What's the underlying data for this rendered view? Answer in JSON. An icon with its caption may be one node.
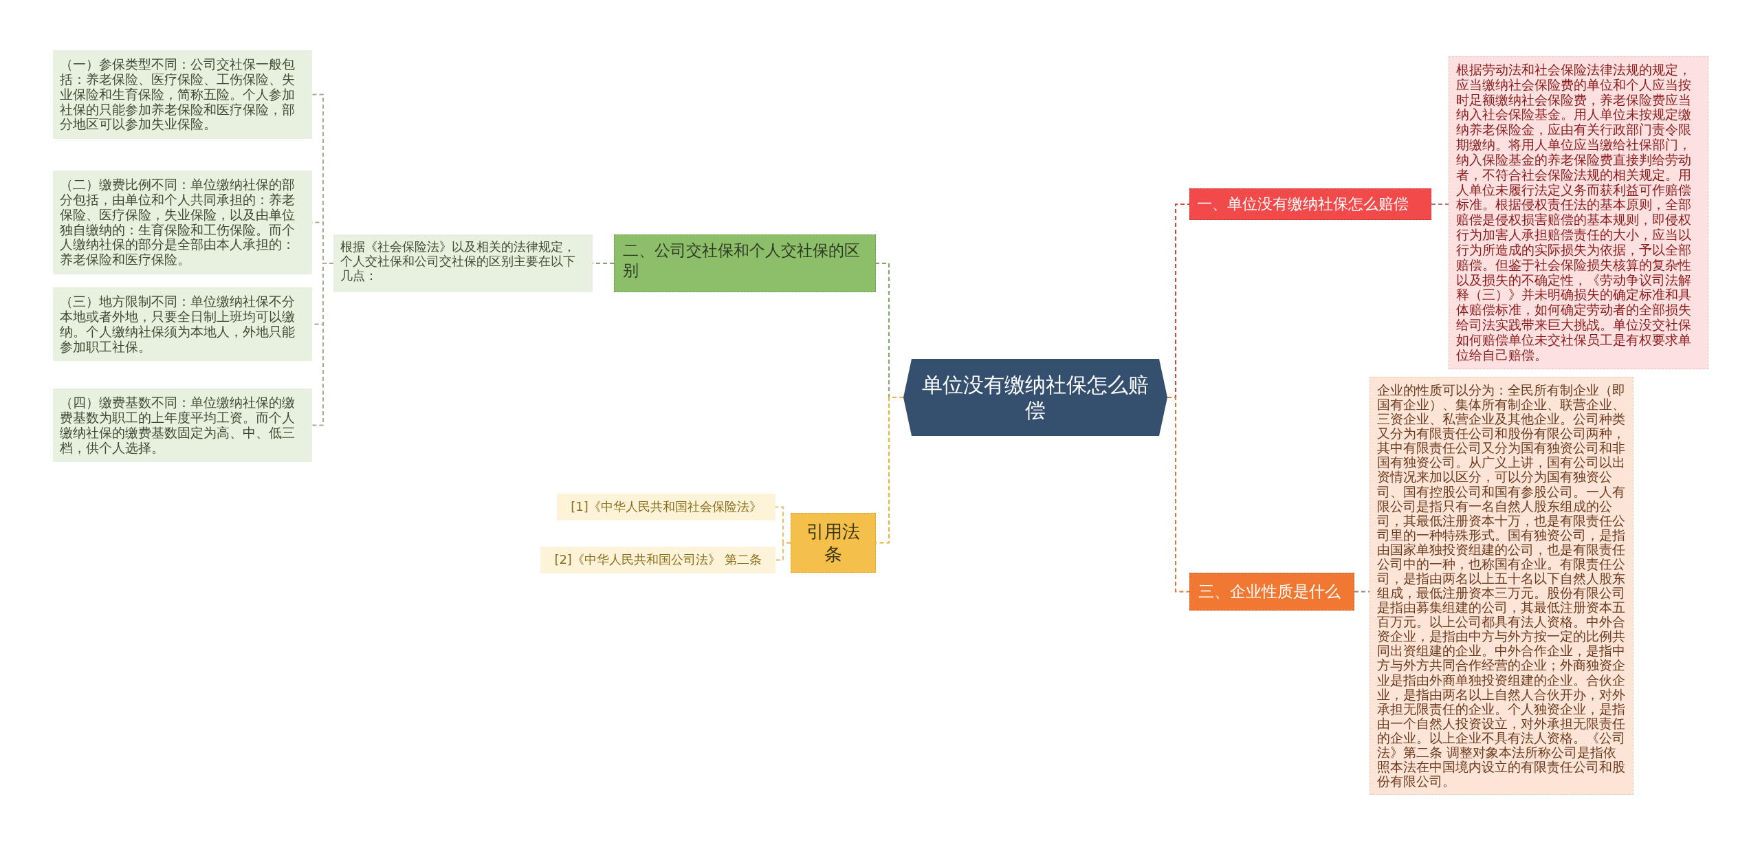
{
  "diagram": {
    "nodes": [
      {
        "text": [
          "单位没有缴纳社保怎么赔偿"
        ]
      },
      {
        "text": [
          "一、单位没有缴纳社保怎么赔偿"
        ]
      },
      {
        "text": [
          "根据劳动法和社会保险法律法规的规定，应当缴纳社会保险费的单位和个人应当按时足额缴纳社会保险费，养老保险费应当纳入社会保险基金。用人单位未按规定缴纳养老保险金，应由有关行政部门责令限期缴纳。将用人单位应当缴给社保部门，纳入保险基金的养老保险费直接判给劳动者，不符合社会保险法规的相关规定。用人单位未履行法定义务而获利益可作赔偿标准。根据侵权责任法的基本原则，全部赔偿是侵权损害赔偿的基本规则，即侵权行为加害人承担赔偿责任的大小，应当以行为所造成的实际损失为依据，予以全部赔偿。但鉴于社会保险损失核算的复杂性以及损失的不确定性，《劳动争议司法解释（三）》并未明确损失的确定标准和具体赔偿标准，如何确定劳动者的全部损失给司法实践带来巨大挑战。单位没交社保如何赔偿单位未交社保员工是有权要求单位给自己赔偿。"
        ]
      },
      {
        "text": [
          "三、企业性质是什么"
        ]
      },
      {
        "text": [
          "企业的性质可以分为：全民所有制企业（即国有企业）、集体所有制企业、联营企业、三资企业、私营企业及其他企业。公司种类又分为有限责任公司和股份有限公司两种，其中有限责任公司又分为国有独资公司和非国有独资公司。从广义上讲，国有公司以出资情况来加以区分，可以分为国有独资公司、国有控股公司和国有参股公司。一人有限公司是指只有一名自然人股东组成的公司，其最低注册资本十万，也是有限责任公司里的一种特殊形式。国有独资公司，是指由国家单独投资组建的公司，也是有限责任公司中的一种，也称国有企业。有限责任公司，是指由两名以上五十名以下自然人股东组成，最低注册资本三万元。股份有限公司是指由募集组建的公司，其最低注册资本五百万元。以上公司都具有法人资格。中外合资企业，是指由中方与外方按一定的比例共同出资组建的企业。中外合作企业，是指中方与外方共同合作经营的企业；外商独资企业是指由外商单独投资组建的企业。合伙企业，是指由两名以上自然人合伙开办，对外承担无限责任的企业。个人独资企业，是指由一个自然人投资设立，对外承担无限责任的企业。以上企业不具有法人资格。《公司法》第二条 调整对象本法所称公司是指依照本法在中国境内设立的有限责任公司和股份有限公司。"
        ]
      },
      {
        "text": [
          "二、公司交社保和个人交社保的区别"
        ]
      },
      {
        "text": [
          "根据《社会保险法》以及相关的法律规定，个人交社保和公司交社保的区别主要在以下几点："
        ]
      },
      {
        "text": [
          "（一）参保类型不同：公司交社保一般包括：养老保险、医疗保险、工伤保险、失业保险和生育保险，简称五险。个人参加社保的只能参加养老保险和医疗保险，部分地区可以参加失业保险。"
        ]
      },
      {
        "text": [
          "（二）缴费比例不同：单位缴纳社保的部分包括，由单位和个人共同承担的：养老保险、医疗保险，失业保险，以及由单位独自缴纳的：生育保险和工伤保险。而个人缴纳社保的部分是全部由本人承担的：养老保险和医疗保险。"
        ]
      },
      {
        "text": [
          "（三）地方限制不同：单位缴纳社保不分本地或者外地，只要全日制上班均可以缴纳。个人缴纳社保须为本地人，外地只能参加职工社保。"
        ]
      },
      {
        "text": [
          "（四）缴费基数不同：单位缴纳社保的缴费基数为职工的上年度平均工资。而个人缴纳社保的缴费基数固定为高、中、低三档，供个人选择。"
        ]
      },
      {
        "text": [
          "引用法条"
        ]
      },
      {
        "text": [
          "[1]《中华人民共和国社会保险法》"
        ]
      },
      {
        "text": [
          "[2]《中华人民共和国公司法》 第二条"
        ]
      }
    ],
    "edges": [
      {
        "from": 0,
        "to": 1,
        "arrow": "none",
        "style": "dashed",
        "color": "#d9443c"
      },
      {
        "from": 1,
        "to": 2,
        "arrow": "none",
        "style": "dashed",
        "color": "#b07070"
      },
      {
        "from": 0,
        "to": 3,
        "arrow": "none",
        "style": "dashed",
        "color": "#e0773a"
      },
      {
        "from": 3,
        "to": 4,
        "arrow": "none",
        "style": "dashed",
        "color": "#a08070"
      },
      {
        "from": 0,
        "to": 5,
        "arrow": "none",
        "style": "dashed",
        "color": "#7fa766"
      },
      {
        "from": 5,
        "to": 6,
        "arrow": "none",
        "style": "dashed",
        "color": "#8a9a7a"
      },
      {
        "from": 6,
        "to": 7,
        "arrow": "none",
        "style": "dashed",
        "color": "#b0a890"
      },
      {
        "from": 6,
        "to": 8,
        "arrow": "none",
        "style": "dashed",
        "color": "#b0a890"
      },
      {
        "from": 6,
        "to": 9,
        "arrow": "none",
        "style": "dashed",
        "color": "#b0a890"
      },
      {
        "from": 6,
        "to": 10,
        "arrow": "none",
        "style": "dashed",
        "color": "#b0a890"
      },
      {
        "from": 0,
        "to": 11,
        "arrow": "none",
        "style": "dashed",
        "color": "#e2b63a"
      },
      {
        "from": 11,
        "to": 12,
        "arrow": "none",
        "style": "dashed",
        "color": "#e2c070"
      },
      {
        "from": 11,
        "to": 13,
        "arrow": "none",
        "style": "dashed",
        "color": "#e2c070"
      }
    ]
  }
}
